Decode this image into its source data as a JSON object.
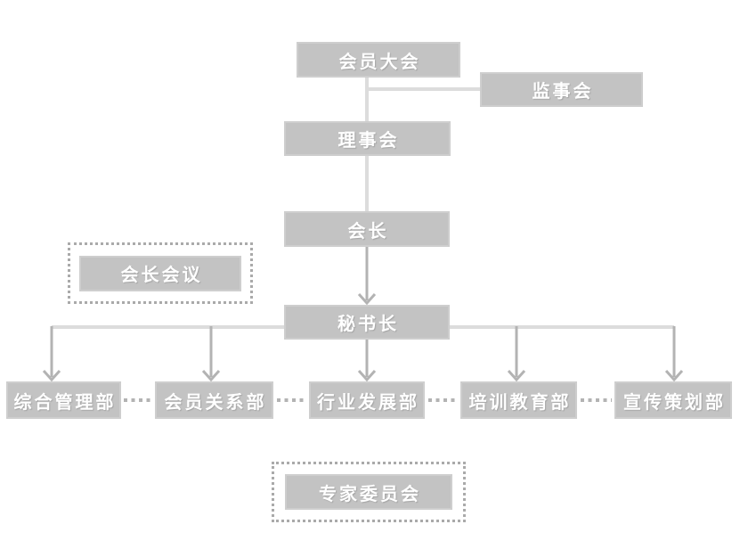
{
  "org_chart": {
    "type": "organization-chart",
    "nodes": {
      "members_assembly": {
        "label": "会员大会"
      },
      "supervisory_board": {
        "label": "监事会"
      },
      "council": {
        "label": "理事会"
      },
      "president": {
        "label": "会长"
      },
      "presidents_meeting": {
        "label": "会长会议",
        "style": "dotted-frame"
      },
      "secretary_general": {
        "label": "秘书长"
      },
      "dept_general_management": {
        "label": "综合管理部"
      },
      "dept_member_relations": {
        "label": "会员关系部"
      },
      "dept_industry_development": {
        "label": "行业发展部"
      },
      "dept_training_education": {
        "label": "培训教育部"
      },
      "dept_publicity_planning": {
        "label": "宣传策划部"
      },
      "expert_committee": {
        "label": "专家委员会",
        "style": "dotted-frame"
      }
    },
    "edges": [
      {
        "from": "members_assembly",
        "to": "council",
        "style": "line"
      },
      {
        "from": "members_assembly",
        "to": "supervisory_board",
        "style": "line"
      },
      {
        "from": "council",
        "to": "president",
        "style": "line"
      },
      {
        "from": "president",
        "to": "secretary_general",
        "style": "arrow"
      },
      {
        "from": "secretary_general",
        "to": "dept_general_management",
        "style": "arrow"
      },
      {
        "from": "secretary_general",
        "to": "dept_member_relations",
        "style": "arrow"
      },
      {
        "from": "secretary_general",
        "to": "dept_industry_development",
        "style": "arrow"
      },
      {
        "from": "secretary_general",
        "to": "dept_training_education",
        "style": "arrow"
      },
      {
        "from": "secretary_general",
        "to": "dept_publicity_planning",
        "style": "arrow"
      },
      {
        "from": "dept_general_management",
        "to": "dept_member_relations",
        "style": "dotted"
      },
      {
        "from": "dept_member_relations",
        "to": "dept_industry_development",
        "style": "dotted"
      },
      {
        "from": "dept_industry_development",
        "to": "dept_training_education",
        "style": "dotted"
      },
      {
        "from": "dept_training_education",
        "to": "dept_publicity_planning",
        "style": "dotted"
      }
    ]
  },
  "colors": {
    "background": "#ffffff",
    "node_fill": "#c3c3c3",
    "node_border": "#cecece",
    "node_text": "#ffffff",
    "connector_light": "#dcdcdc",
    "connector_arrow": "#b3b3b3",
    "dotted_border": "#aaaaaa",
    "sibling_dotted": "#b3b3b3"
  }
}
